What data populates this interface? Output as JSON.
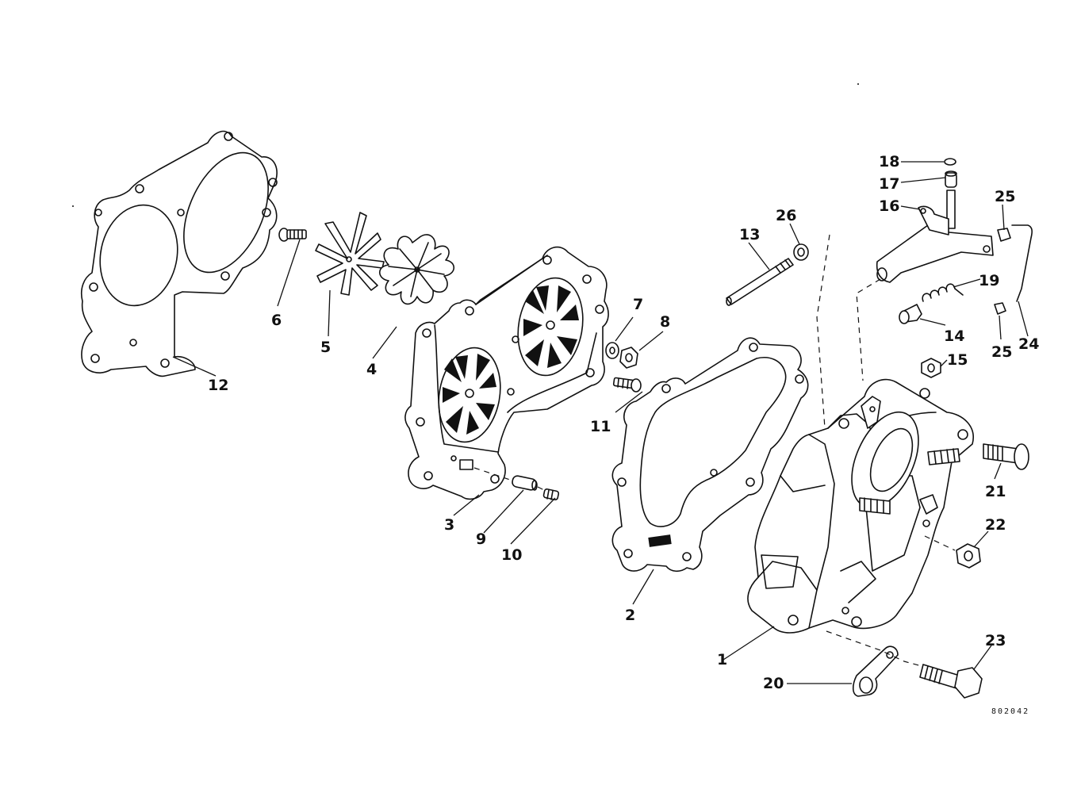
{
  "diagram": {
    "reference_code": "802042",
    "callouts": {
      "c1": "1",
      "c2": "2",
      "c3": "3",
      "c4": "4",
      "c5": "5",
      "c6": "6",
      "c7": "7",
      "c8": "8",
      "c9": "9",
      "c10": "10",
      "c11": "11",
      "c12": "12",
      "c13": "13",
      "c14": "14",
      "c15": "15",
      "c16": "16",
      "c17": "17",
      "c18": "18",
      "c19": "19",
      "c20": "20",
      "c21": "21",
      "c22": "22",
      "c23": "23",
      "c24": "24",
      "c25a": "25",
      "c25b": "25",
      "c26": "26"
    },
    "colors": {
      "ink": "#111111",
      "paper": "#ffffff"
    }
  }
}
